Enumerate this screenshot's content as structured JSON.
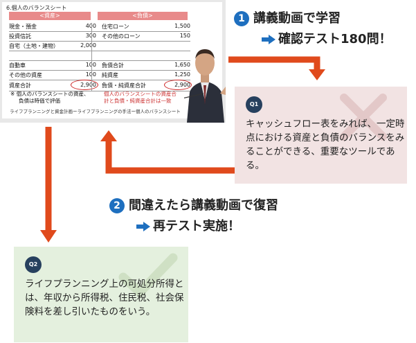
{
  "slide": {
    "title": "6.個人のバランスシート",
    "assets_header": "<資産>",
    "liabilities_header": "<負債>",
    "rows": [
      {
        "asset_label": "現金・預金",
        "asset_value": "400",
        "liab_label": "住宅ローン",
        "liab_value": "1,500"
      },
      {
        "asset_label": "投資信託",
        "asset_value": "300",
        "liab_label": "その他のローン",
        "liab_value": "150"
      },
      {
        "asset_label": "自宅（土地・建物）",
        "asset_value": "2,000",
        "liab_label": "",
        "liab_value": ""
      },
      {
        "asset_label": "",
        "asset_value": "",
        "liab_label": "",
        "liab_value": ""
      },
      {
        "asset_label": "自動車",
        "asset_value": "100",
        "liab_label": "負債合計",
        "liab_value": "1,650"
      },
      {
        "asset_label": "その他の資産",
        "asset_value": "100",
        "liab_label": "純資産",
        "liab_value": "1,250"
      },
      {
        "asset_label": "資産合計",
        "asset_value": "2,900",
        "liab_label": "負債・純資産合計",
        "liab_value": "2,900"
      }
    ],
    "note_black_1": "※ 個人のバランスシートの資産、",
    "note_black_2": "負債は時価で評価",
    "note_red_1": "個人のバランスシートの資産合",
    "note_red_2": "計と負債・純資産合計は一致",
    "caption": "ライフプランニングと資金計画ーライフプランニングの手法ー個人のバランスシート"
  },
  "step1": {
    "number": "1",
    "title": "講義動画で学習",
    "sub": "確認テスト180問！"
  },
  "step2": {
    "number": "2",
    "title": "間違えたら講義動画で復習",
    "sub": "再テスト実施！"
  },
  "q1": {
    "badge": "Q1",
    "text": "キャッシュフロー表をみれば、一定時点における資産と負債のバランスをみることができる、重要なツールである。",
    "result": "incorrect"
  },
  "q2": {
    "badge": "Q2",
    "text": "ライフプランニング上の可処分所得とは、年収から所得税、住民税、社会保険料を差し引いたものをいう。",
    "result": "correct"
  },
  "colors": {
    "accent_blue": "#1e6fbf",
    "arrow_red": "#e04a1c",
    "q_badge": "#27405e",
    "wrong_card": "#f2e3e3",
    "right_card": "#e4f0de"
  }
}
